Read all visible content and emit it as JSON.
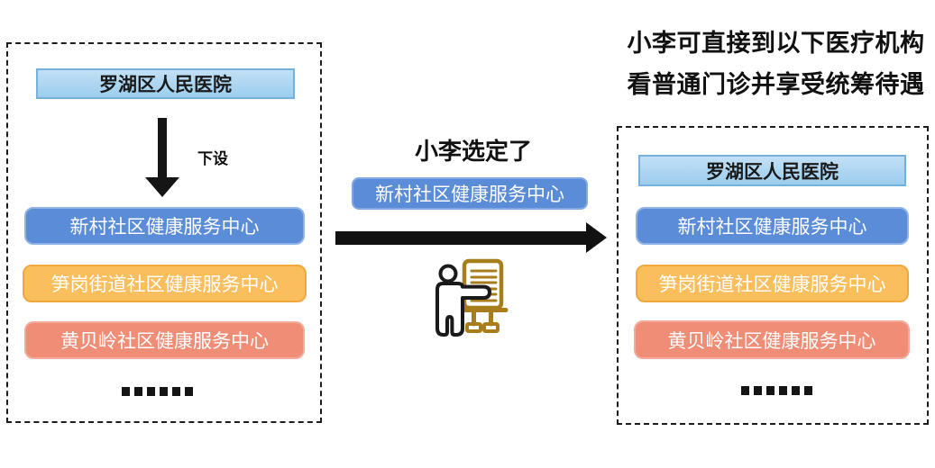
{
  "left_panel": {
    "hospital_label": "罗湖区人民医院",
    "arrow_label": "下设",
    "centers": [
      {
        "label": "新村社区健康服务中心",
        "color": "#5a8cd8"
      },
      {
        "label": "笋岗街道社区健康服务中心",
        "color": "#fbbe5d"
      },
      {
        "label": "黄贝岭社区健康服务中心",
        "color": "#ef8d77"
      }
    ],
    "ellipsis": "......"
  },
  "middle": {
    "caption": "小李选定了",
    "selected_center_label": "新村社区健康服务中心",
    "icon": "presenter-at-whiteboard-icon"
  },
  "right_panel": {
    "heading_line1": "小李可直接到以下医疗机构",
    "heading_line2": "看普通门诊并享受统筹待遇",
    "hospital_label": "罗湖区人民医院",
    "centers": [
      {
        "label": "新村社区健康服务中心",
        "color": "#5a8cd8"
      },
      {
        "label": "笋岗街道社区健康服务中心",
        "color": "#fbbe5d"
      },
      {
        "label": "黄贝岭社区健康服务中心",
        "color": "#ef8d77"
      }
    ],
    "ellipsis": "......"
  },
  "colors": {
    "hospital_fill_top": "#c2e0f5",
    "hospital_fill_bottom": "#9ccdee",
    "hospital_border": "#74b2dd",
    "center_blue": "#5a8cd8",
    "center_blue_border": "#90b3e6",
    "center_orange": "#fbbe5d",
    "center_orange_border": "#f0a83d",
    "center_salmon": "#ef8d77",
    "center_salmon_border": "#f5ab9a",
    "arrow_black": "#151515",
    "icon_gold": "#a87e1c",
    "icon_black": "#1a1a1a"
  }
}
